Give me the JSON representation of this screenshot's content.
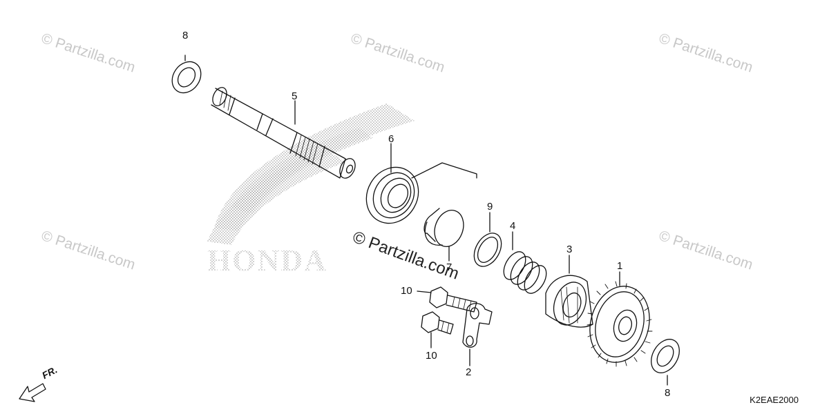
{
  "diagram": {
    "code": "K2EAE2000",
    "direction_label": "FR.",
    "brand_wordmark": "HONDA",
    "watermark_text": "© Partzilla.com"
  },
  "callouts": [
    {
      "id": "c8a",
      "text": "8",
      "part": "washer"
    },
    {
      "id": "c5",
      "text": "5",
      "part": "kick-starter-spindle"
    },
    {
      "id": "c6",
      "text": "6",
      "part": "return-spring"
    },
    {
      "id": "c7",
      "text": "7",
      "part": "spring-collar"
    },
    {
      "id": "c9",
      "text": "9",
      "part": "washer"
    },
    {
      "id": "c4",
      "text": "4",
      "part": "friction-spring"
    },
    {
      "id": "c3",
      "text": "3",
      "part": "ratchet"
    },
    {
      "id": "c1",
      "text": "1",
      "part": "kick-starter-gear"
    },
    {
      "id": "c8b",
      "text": "8",
      "part": "washer"
    },
    {
      "id": "c10a",
      "text": "10",
      "part": "flange-bolt"
    },
    {
      "id": "c10b",
      "text": "10",
      "part": "flange-bolt"
    },
    {
      "id": "c2",
      "text": "2",
      "part": "ratchet-guide-plate"
    }
  ],
  "colors": {
    "line": "#111111",
    "watermark": "#c8c8c8",
    "honda_dots": "#9a9a9a"
  }
}
